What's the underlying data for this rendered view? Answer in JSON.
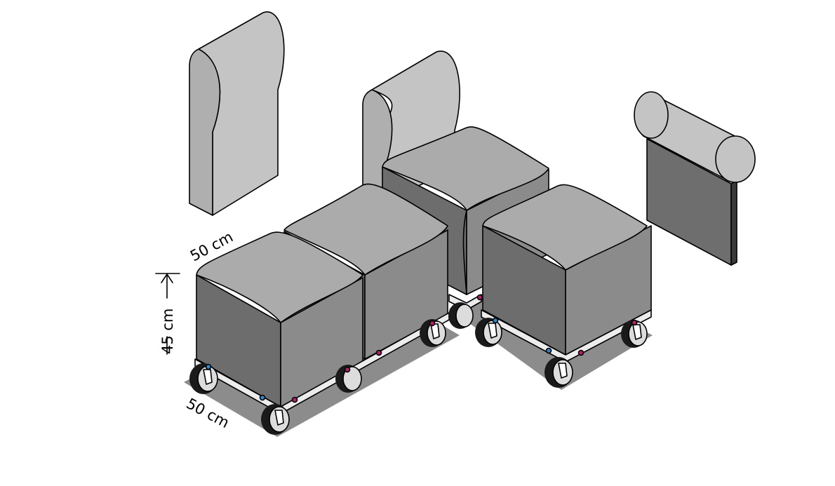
{
  "colors": {
    "background": "#ffffff",
    "top": "#ababab",
    "left": "#6d6d6d",
    "right": "#8b8b8b",
    "back_light": "#c4c4c4",
    "back_side": "#afafaf",
    "panel": "#6e6e6e",
    "shadow": "#8c8c8c",
    "rail": "#ececec",
    "wheel": "#1a1a1a",
    "wheel_hub": "#dcdcdc",
    "dot_blue": "#2f86c9",
    "dot_magenta": "#b0206a",
    "outline": "#000000"
  },
  "dimensions": {
    "depth_label": "50 cm",
    "height_label": "45 cm",
    "width_label": "50 cm"
  },
  "modules": [
    {
      "name": "backrest-module"
    },
    {
      "name": "backrest-module"
    },
    {
      "name": "armrest-module"
    },
    {
      "name": "seat-cube-module"
    },
    {
      "name": "seat-cube-module"
    },
    {
      "name": "seat-cube-module"
    },
    {
      "name": "seat-cube-module"
    }
  ]
}
